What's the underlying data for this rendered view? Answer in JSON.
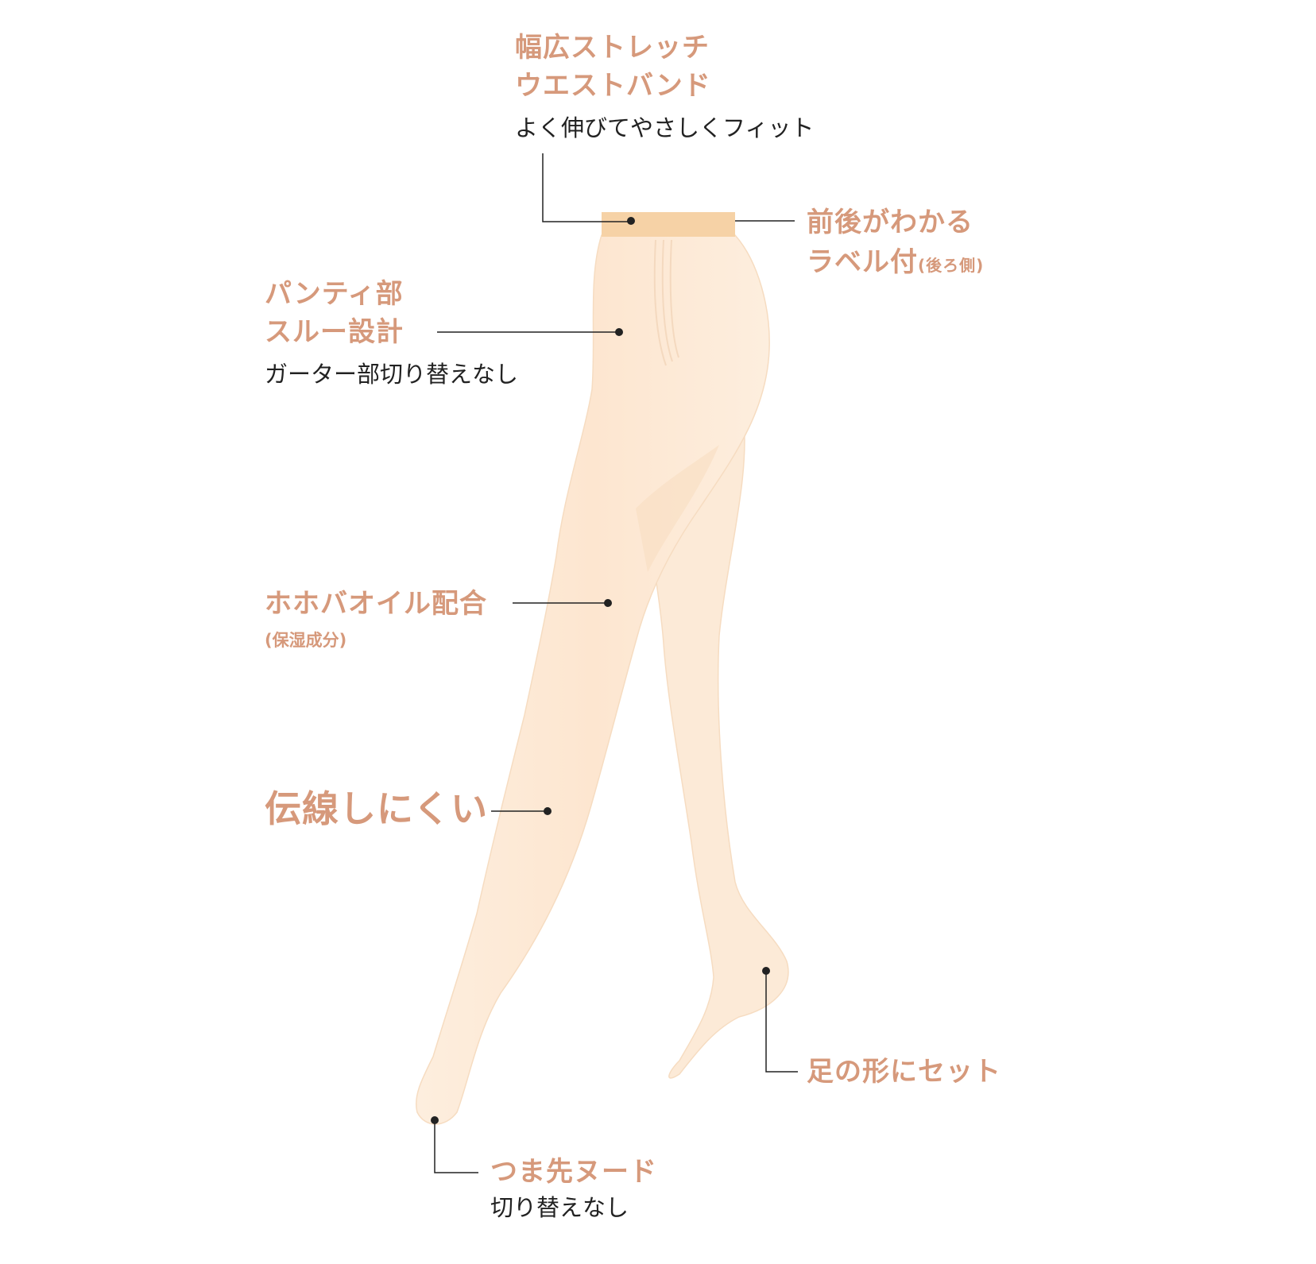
{
  "colors": {
    "title": "#d6997b",
    "body_text": "#222222",
    "leg_fill": "#fdebd9",
    "waistband_fill": "#f6d2a6",
    "leader_line": "#222222"
  },
  "callouts": {
    "waistband": {
      "title_line1": "幅広ストレッチ",
      "title_line2": "ウエストバンド",
      "desc": "よく伸びてやさしくフィット"
    },
    "label": {
      "title_line1": "前後がわかる",
      "title_line2": "ラベル付",
      "note": "(後ろ側)"
    },
    "panty": {
      "title_line1": "パンティ部",
      "title_line2": "スルー設計",
      "desc": "ガーター部切り替えなし"
    },
    "jojoba": {
      "title": "ホホバオイル配合",
      "note": "(保湿成分)"
    },
    "run": {
      "title": "伝線しにくい"
    },
    "foot": {
      "title": "足の形にセット"
    },
    "toe": {
      "title": "つま先ヌード",
      "desc": "切り替えなし"
    }
  }
}
